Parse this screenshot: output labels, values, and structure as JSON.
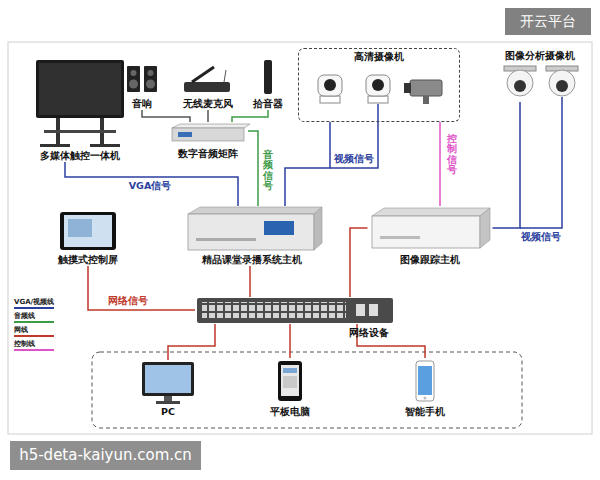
{
  "diagram": {
    "nodes": [
      {
        "text": [
          "多媒体触控一体机"
        ]
      },
      {
        "text": [
          "音响"
        ]
      },
      {
        "text": [
          "无线麦克风"
        ]
      },
      {
        "text": [
          "拾音器"
        ]
      },
      {
        "text": [
          "高清摄像机"
        ]
      },
      {
        "text": [
          "图像分析摄像机"
        ]
      },
      {
        "text": [
          "数字音频矩阵"
        ]
      },
      {
        "text": [
          "精品课堂录播系统主机"
        ]
      },
      {
        "text": [
          "图像跟踪主机"
        ]
      },
      {
        "text": [
          "触摸式控制屏"
        ]
      },
      {
        "text": [
          "网络设备"
        ]
      },
      {
        "text": [
          "PC"
        ]
      },
      {
        "text": [
          "平板电脑"
        ]
      },
      {
        "text": [
          "智能手机"
        ]
      }
    ],
    "edges": [
      {
        "from": 1,
        "to": 6,
        "arrow": "none"
      },
      {
        "from": 2,
        "to": 6,
        "arrow": "none"
      },
      {
        "from": 3,
        "to": 6,
        "arrow": "none"
      },
      {
        "from": 0,
        "to": 7,
        "label": "VGA信号",
        "arrow": "none"
      },
      {
        "from": 6,
        "to": 7,
        "label": "音频信号",
        "arrow": "none"
      },
      {
        "from": 4,
        "to": 7,
        "label": "视频信号",
        "arrow": "none"
      },
      {
        "from": 4,
        "to": 8,
        "label": "控制信号",
        "arrow": "none"
      },
      {
        "from": 5,
        "to": 8,
        "label": "视频信号",
        "arrow": "none"
      },
      {
        "from": 9,
        "to": 10,
        "label": "网络信号",
        "arrow": "none"
      },
      {
        "from": 7,
        "to": 10,
        "arrow": "none"
      },
      {
        "from": 8,
        "to": 10,
        "arrow": "none"
      },
      {
        "from": 10,
        "to": 11,
        "arrow": "none"
      },
      {
        "from": 10,
        "to": 12,
        "arrow": "none"
      },
      {
        "from": 10,
        "to": 13,
        "arrow": "none"
      }
    ],
    "labels": [
      "开云平台",
      "h5-deta-kaiyun.com.cn"
    ],
    "legend": [
      {
        "text": "VGA/视频线",
        "color": "#2b3f9e"
      },
      {
        "text": "音频线",
        "color": "#3d9b48"
      },
      {
        "text": "网线",
        "color": "#c0392b"
      },
      {
        "text": "控制线",
        "color": "#e052c8"
      }
    ]
  }
}
